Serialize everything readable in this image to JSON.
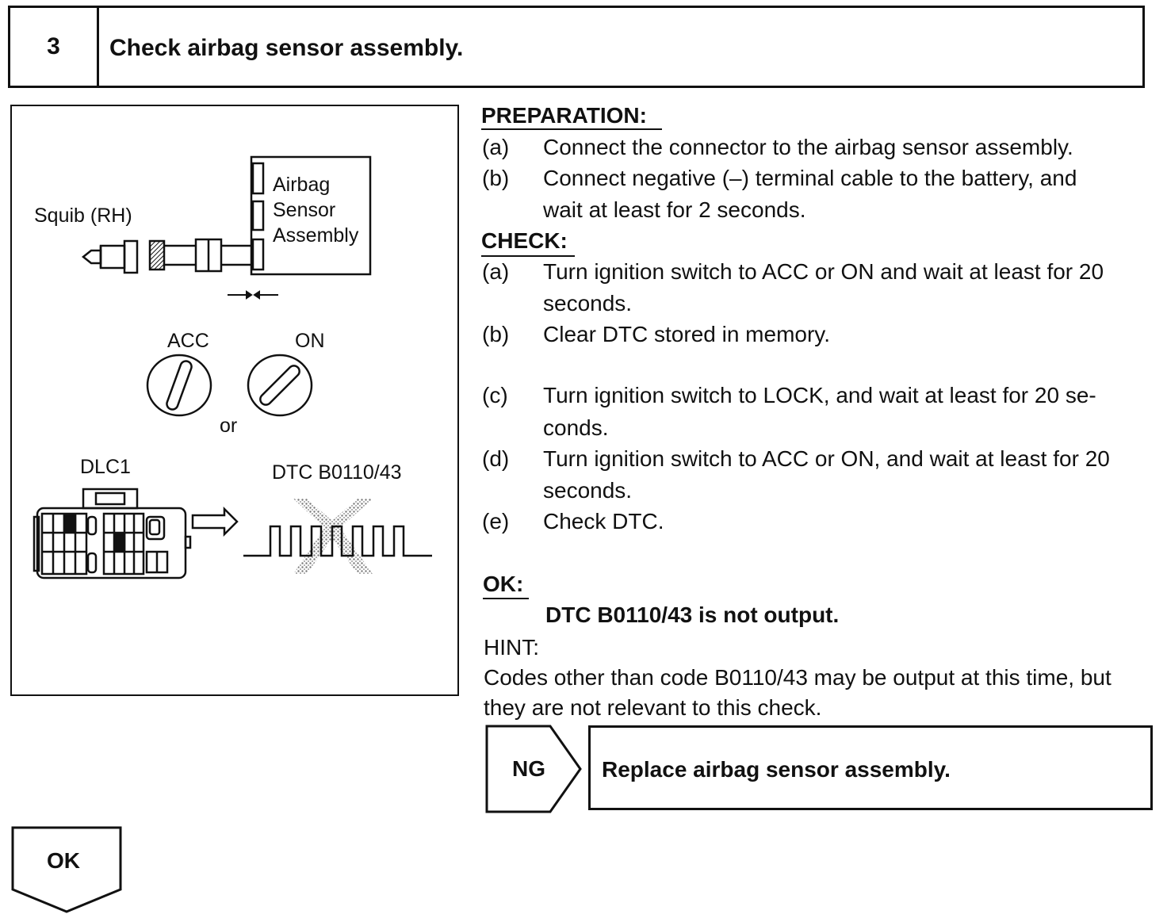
{
  "header": {
    "step_number": "3",
    "title": "Check airbag sensor assembly."
  },
  "figure": {
    "squib_label": "Squib (RH)",
    "sensor_label_line1": "Airbag",
    "sensor_label_line2": "Sensor",
    "sensor_label_line3": "Assembly",
    "acc_label": "ACC",
    "on_label": "ON",
    "or_label": "or",
    "dlc_label": "DLC1",
    "dtc_label": "DTC B0110/43"
  },
  "preparation": {
    "heading": "PREPARATION:",
    "steps": [
      {
        "label": "(a)",
        "lines": [
          "Connect the connector to the airbag sensor assembly."
        ]
      },
      {
        "label": "(b)",
        "lines": [
          "Connect negative (–) terminal cable to the battery, and",
          "wait at least for 2 seconds."
        ]
      }
    ]
  },
  "check": {
    "heading": "CHECK:",
    "steps": [
      {
        "label": "(a)",
        "lines": [
          "Turn ignition switch to ACC or ON and wait at least for 20",
          "seconds."
        ]
      },
      {
        "label": "(b)",
        "lines": [
          "Clear DTC stored in memory."
        ]
      },
      {
        "label": "(c)",
        "lines": [
          "Turn ignition switch to LOCK, and wait at least for 20 se-",
          "conds."
        ]
      },
      {
        "label": "(d)",
        "lines": [
          "Turn ignition switch to ACC or ON, and wait at least for 20",
          "seconds."
        ]
      },
      {
        "label": "(e)",
        "lines": [
          "Check DTC."
        ]
      }
    ]
  },
  "ok": {
    "heading": "OK:",
    "value": "DTC B0110/43 is not output.",
    "hint_heading": "HINT:",
    "hint_lines": [
      "Codes other than code B0110/43 may be output at this time, but",
      "they are not relevant to this check."
    ]
  },
  "ng": {
    "label": "NG",
    "action": "Replace airbag sensor assembly."
  },
  "ok_flow": {
    "label": "OK"
  }
}
